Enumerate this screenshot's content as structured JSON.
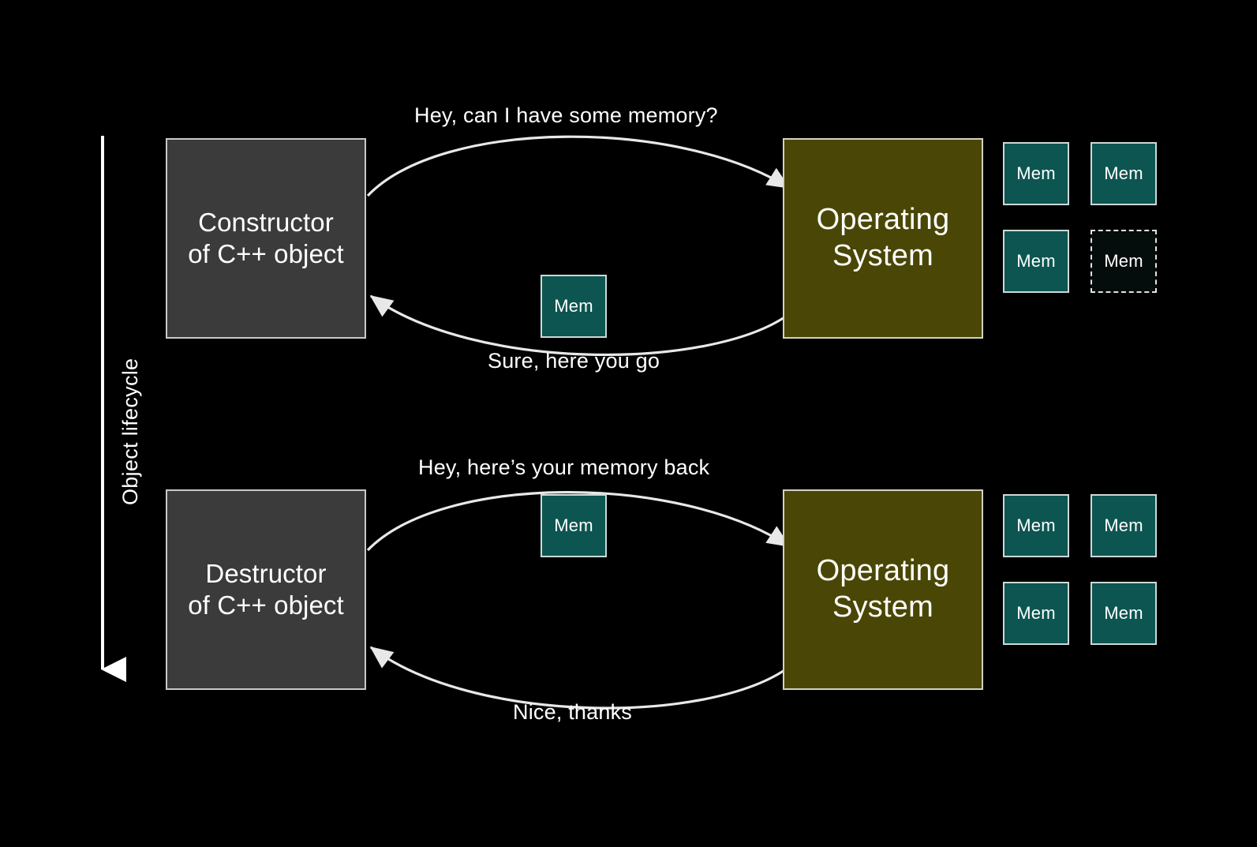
{
  "diagram": {
    "title": "C++ object lifecycle memory allocation",
    "background_color": "#000000"
  },
  "axis": {
    "label": "Object lifecycle",
    "direction": "downward",
    "color": "#ffffff"
  },
  "colors": {
    "background": "#000000",
    "actor_fill": "#3b3b3b",
    "actor_border": "#c9c9c9",
    "os_fill": "#4a4706",
    "os_border": "#d2d2c2",
    "memory_fill": "#0d5551",
    "memory_border": "#cdd9d8",
    "memory_freed_fill": "#050d0c",
    "memory_freed_border": "#e2e2e2",
    "arrow": "#e8e8e8",
    "text": "#ffffff"
  },
  "phases": [
    {
      "id": "allocation",
      "actor": {
        "line1": "Constructor",
        "line2": "of C++ object"
      },
      "system": {
        "line1": "Operating",
        "line2": "System"
      },
      "request_message": "Hey, can I have some memory?",
      "response_message": "Sure, here you go",
      "transit_block_label": "Mem",
      "pool_blocks": [
        {
          "label": "Mem",
          "state": "allocated"
        },
        {
          "label": "Mem",
          "state": "allocated"
        },
        {
          "label": "Mem",
          "state": "allocated"
        },
        {
          "label": "Mem",
          "state": "free"
        }
      ]
    },
    {
      "id": "deallocation",
      "actor": {
        "line1": "Destructor",
        "line2": "of C++ object"
      },
      "system": {
        "line1": "Operating",
        "line2": "System"
      },
      "request_message": "Hey, here’s your memory back",
      "response_message": "Nice, thanks",
      "transit_block_label": "Mem",
      "pool_blocks": [
        {
          "label": "Mem",
          "state": "allocated"
        },
        {
          "label": "Mem",
          "state": "allocated"
        },
        {
          "label": "Mem",
          "state": "allocated"
        },
        {
          "label": "Mem",
          "state": "allocated"
        }
      ]
    }
  ]
}
